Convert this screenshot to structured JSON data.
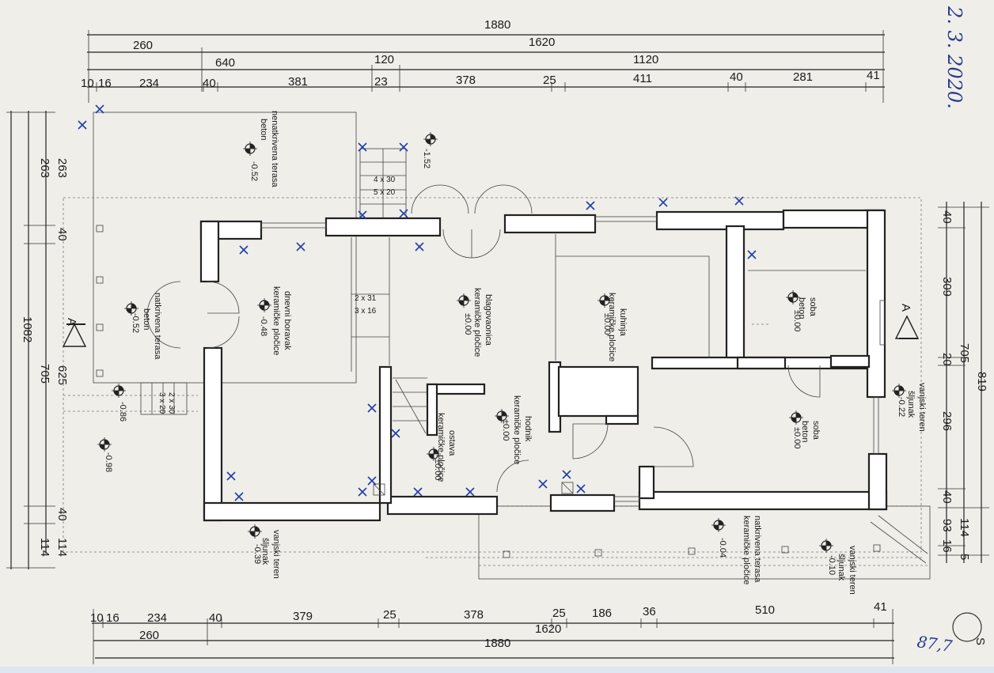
{
  "drawing": {
    "handwritten_date": "2. 3. 2020.",
    "handwritten_area": "87,7",
    "north_label": "S",
    "section_marker": "A"
  },
  "dimensions": {
    "top": {
      "row1": [
        "1880"
      ],
      "row2": [
        "260",
        "1620"
      ],
      "row3": [
        "640",
        "120",
        "1120"
      ],
      "row4": [
        "10",
        "16",
        "234",
        "40",
        "381",
        "23",
        "378",
        "25",
        "411",
        "40",
        "281",
        "41"
      ]
    },
    "bottom": {
      "row1": [
        "10",
        "16",
        "234",
        "40",
        "379",
        "25",
        "378",
        "25",
        "186",
        "36",
        "510",
        "41"
      ],
      "row2": [
        "260",
        "1620"
      ],
      "row3": [
        "1880"
      ]
    },
    "left": {
      "outer": [
        "1082"
      ],
      "mid": [
        "263",
        "705",
        "114"
      ],
      "inner": [
        "263",
        "40",
        "625",
        "40",
        "114"
      ]
    },
    "right": {
      "outer": [
        "819"
      ],
      "mid": [
        "705",
        "114"
      ],
      "inner": [
        "40",
        "309",
        "20",
        "296",
        "40",
        "93",
        "16",
        "5"
      ]
    }
  },
  "rooms": {
    "nenatkrivena_terasa": {
      "name": "nenatkrivena terasa",
      "floor": "beton",
      "level": "-0.52"
    },
    "natkrivena_terasa_left": {
      "name": "natkrivena terasa",
      "floor": "beton",
      "level": "-0.52"
    },
    "dnevni_boravak": {
      "name": "dnevni boravak",
      "floor": "keramičke pločice",
      "level": "-0.48"
    },
    "blagovaonica": {
      "name": "blagovaonica",
      "floor": "keramičke pločice",
      "level": "±0.00"
    },
    "kuhinja": {
      "name": "kuhinja",
      "floor": "keramičke pločice",
      "level": "±0.00"
    },
    "soba_1": {
      "name": "soba",
      "floor": "beton",
      "level": "±0.00"
    },
    "soba_2": {
      "name": "soba",
      "floor": "beton",
      "level": "±0.00"
    },
    "hodnik": {
      "name": "hodnik",
      "floor": "keramičke pločice",
      "level": "±0.00"
    },
    "ostava": {
      "name": "ostava",
      "floor": "keramičke pločice",
      "level": "±0.00"
    },
    "vanjski_teren_right": {
      "name": "vanjski teren",
      "floor": "šljunak",
      "level": "-0.22"
    },
    "vanjski_teren_bottom_left": {
      "name": "vanjski teren",
      "floor": "šljunak",
      "level": "-0.39"
    },
    "natkrivena_terasa_bottom": {
      "name": "natkrivena terasa",
      "floor": "keramičke pločice",
      "level": "-0.04"
    },
    "vanjski_teren_bottom_right": {
      "name": "vanjski teren",
      "floor": "šljunak",
      "level": "-0.10"
    }
  },
  "levels": {
    "stair_top": "-1.52",
    "left_low_1": "-0.86",
    "left_low_2": "-0.98"
  },
  "stairs": {
    "top_1": "4 x 30",
    "top_2": "5 x 20",
    "inner_1": "2 x 31",
    "inner_2": "3 x 16",
    "left_1": "2 x 30",
    "left_2": "3 x 20"
  }
}
